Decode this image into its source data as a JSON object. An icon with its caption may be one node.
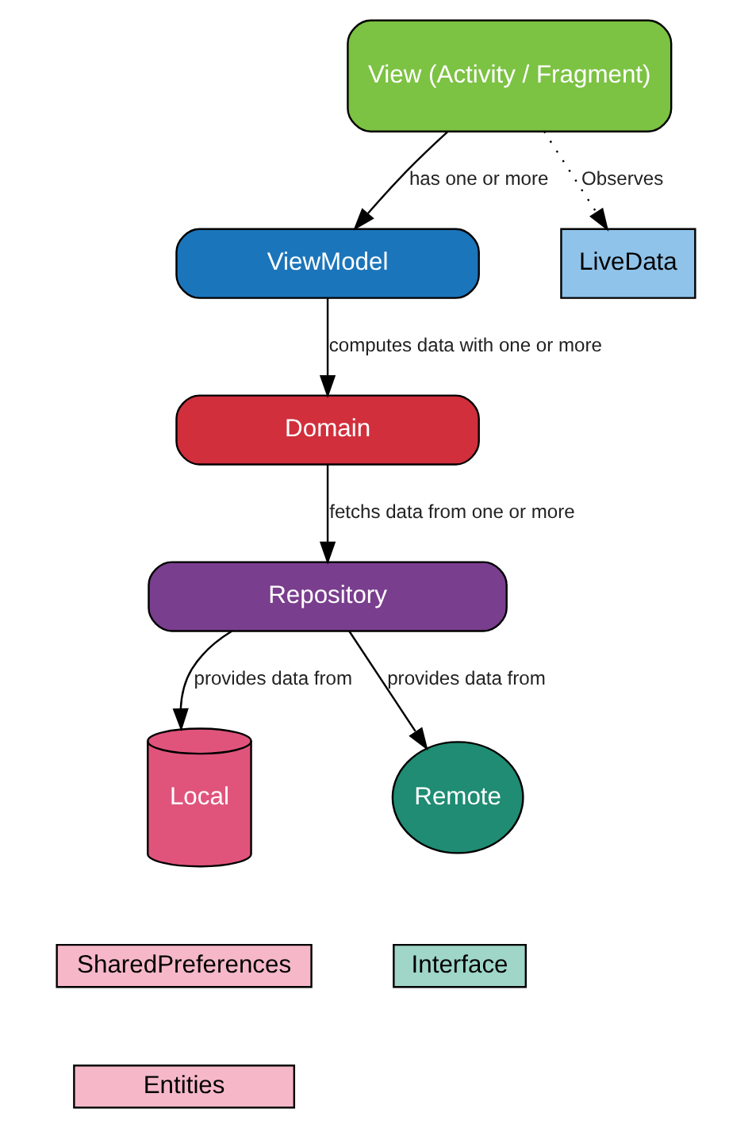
{
  "diagram": {
    "nodes": [
      {
        "text": [
          "View (Activity / Fragment)"
        ]
      },
      {
        "text": [
          "ViewModel"
        ]
      },
      {
        "text": [
          "LiveData"
        ]
      },
      {
        "text": [
          "Domain"
        ]
      },
      {
        "text": [
          "Repository"
        ]
      },
      {
        "text": [
          "Local"
        ]
      },
      {
        "text": [
          "SharedPreferences"
        ]
      },
      {
        "text": [
          "Entities"
        ]
      },
      {
        "text": [
          "Remote"
        ]
      },
      {
        "text": [
          "Interface"
        ]
      }
    ],
    "edges": [
      {
        "from": 0,
        "to": 2,
        "arrow": "to",
        "label": "Observes",
        "style": "dashed"
      },
      {
        "from": 0,
        "to": 1,
        "arrow": "to",
        "label": "has one or more"
      },
      {
        "from": 1,
        "to": 3,
        "arrow": "to",
        "label": "computes data with one or more"
      },
      {
        "from": 3,
        "to": 4,
        "arrow": "to",
        "label": "fetchs data from one or more"
      },
      {
        "from": 4,
        "to": 5,
        "arrow": "to",
        "label": "provides data from"
      },
      {
        "from": 4,
        "to": 8,
        "arrow": "to",
        "label": "provides data from"
      }
    ]
  }
}
